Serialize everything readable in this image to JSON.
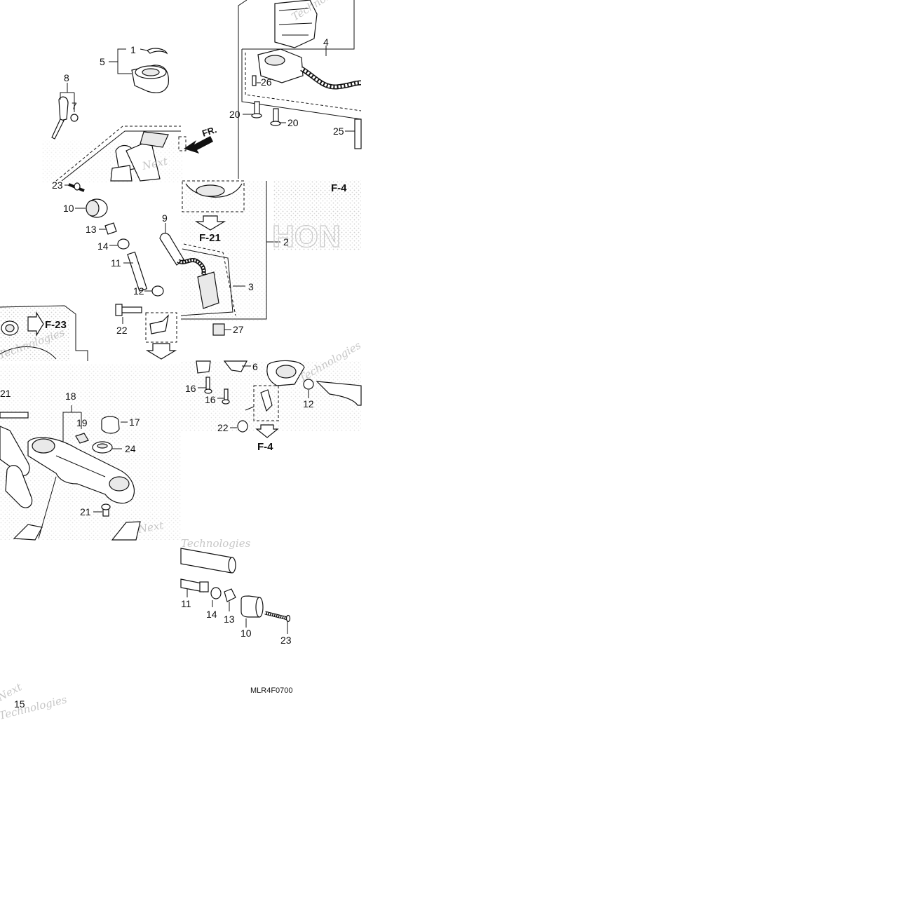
{
  "diagram": {
    "drawing_code": "MLR4F0700",
    "direction_marker": "FR.",
    "references": [
      "F-4",
      "F-21",
      "F-23",
      "F-4"
    ],
    "watermark_words": [
      "Next",
      "Technologies",
      "Technologies",
      "Next",
      "Technologies",
      "Next",
      "Technologies",
      "Technologies"
    ],
    "part_labels": [
      "1",
      "5",
      "8",
      "7",
      "4",
      "26",
      "20",
      "20",
      "25",
      "23",
      "10",
      "13",
      "14",
      "11",
      "12",
      "9",
      "2",
      "3",
      "22",
      "27",
      "6",
      "16",
      "16",
      "12",
      "22",
      "21",
      "18",
      "19",
      "17",
      "24",
      "21",
      "11",
      "14",
      "13",
      "10",
      "23",
      "15"
    ]
  },
  "colors": {
    "line": "#111111",
    "watermark": "#9a9a9a",
    "stipple": "#d6d6d6"
  }
}
